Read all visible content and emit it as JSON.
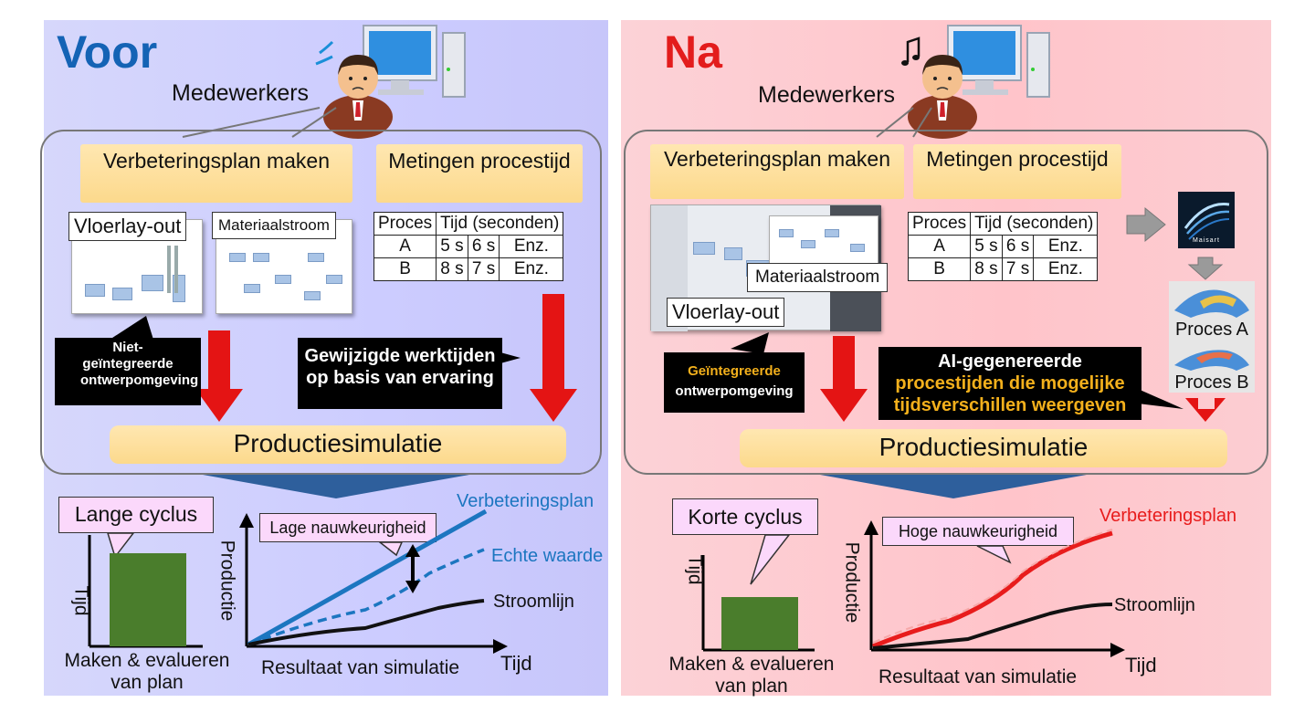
{
  "left": {
    "title": "Voor",
    "worker_label": "Medewerkers",
    "plan_box": "Verbeteringsplan maken",
    "metingen_box": "Metingen procestijd",
    "vloer_label": "Vloerlay-out",
    "materiaal_label": "Materiaalstroom",
    "callout_nonintegrated": "Niet-geïntegreerde ontwerpomgeving",
    "callout_modified": "Gewijzigde werktijden op basis van ervaring",
    "simulation_box": "Productiesimulatie",
    "cycle_callout": "Lange cyclus",
    "accuracy_callout": "Lage nauwkeurigheid",
    "bar_axis_y": "Tijd",
    "bar_caption": "Maken & evalueren van plan",
    "chart_axis_y": "Productie",
    "chart_axis_x": "Tijd",
    "chart_caption": "Resultaat van simulatie",
    "line_plan": "Verbeteringsplan",
    "line_real": "Echte waarde",
    "line_stream": "Stroomlijn"
  },
  "right": {
    "title": "Na",
    "worker_label": "Medewerkers",
    "plan_box": "Verbeteringsplan maken",
    "metingen_box": "Metingen procestijd",
    "vloer_label": "Vloerlay-out",
    "materiaal_label": "Materiaalstroom",
    "maisart_label": "Maisart",
    "proces_a": "Proces A",
    "proces_b": "Proces B",
    "callout_integrated_1": "Geïntegreerde",
    "callout_integrated_2": "ontwerpomgeving",
    "callout_ai_1": "AI-gegenereerde",
    "callout_ai_2": "procestijden die mogelijke",
    "callout_ai_3": "tijdsverschillen weergeven",
    "simulation_box": "Productiesimulatie",
    "cycle_callout": "Korte cyclus",
    "accuracy_callout": "Hoge nauwkeurigheid",
    "bar_axis_y": "Tijd",
    "bar_caption": "Maken & evalueren van plan",
    "chart_axis_y": "Productie",
    "chart_axis_x": "Tijd",
    "chart_caption": "Resultaat van simulatie",
    "line_plan": "Verbeteringsplan",
    "line_stream": "Stroomlijn"
  },
  "process_table": {
    "header_proces": "Proces",
    "header_tijd": "Tijd (seconden)",
    "rows": [
      {
        "proces": "A",
        "t1": "5 s",
        "t2": "6 s",
        "etc": "Enz."
      },
      {
        "proces": "B",
        "t1": "8 s",
        "t2": "7 s",
        "etc": "Enz."
      }
    ]
  },
  "colors": {
    "left_bg": "#ccccff",
    "right_bg": "#ffc4ca",
    "voor_title": "#1463b5",
    "na_title": "#e31c1c",
    "yellow_box": "#fcd98c",
    "red_arrow": "#e41414",
    "blue_line": "#1c76c0",
    "red_line": "#e81c1c",
    "bar_green": "#4a7d2c",
    "highlight_text": "#f3b01c"
  }
}
